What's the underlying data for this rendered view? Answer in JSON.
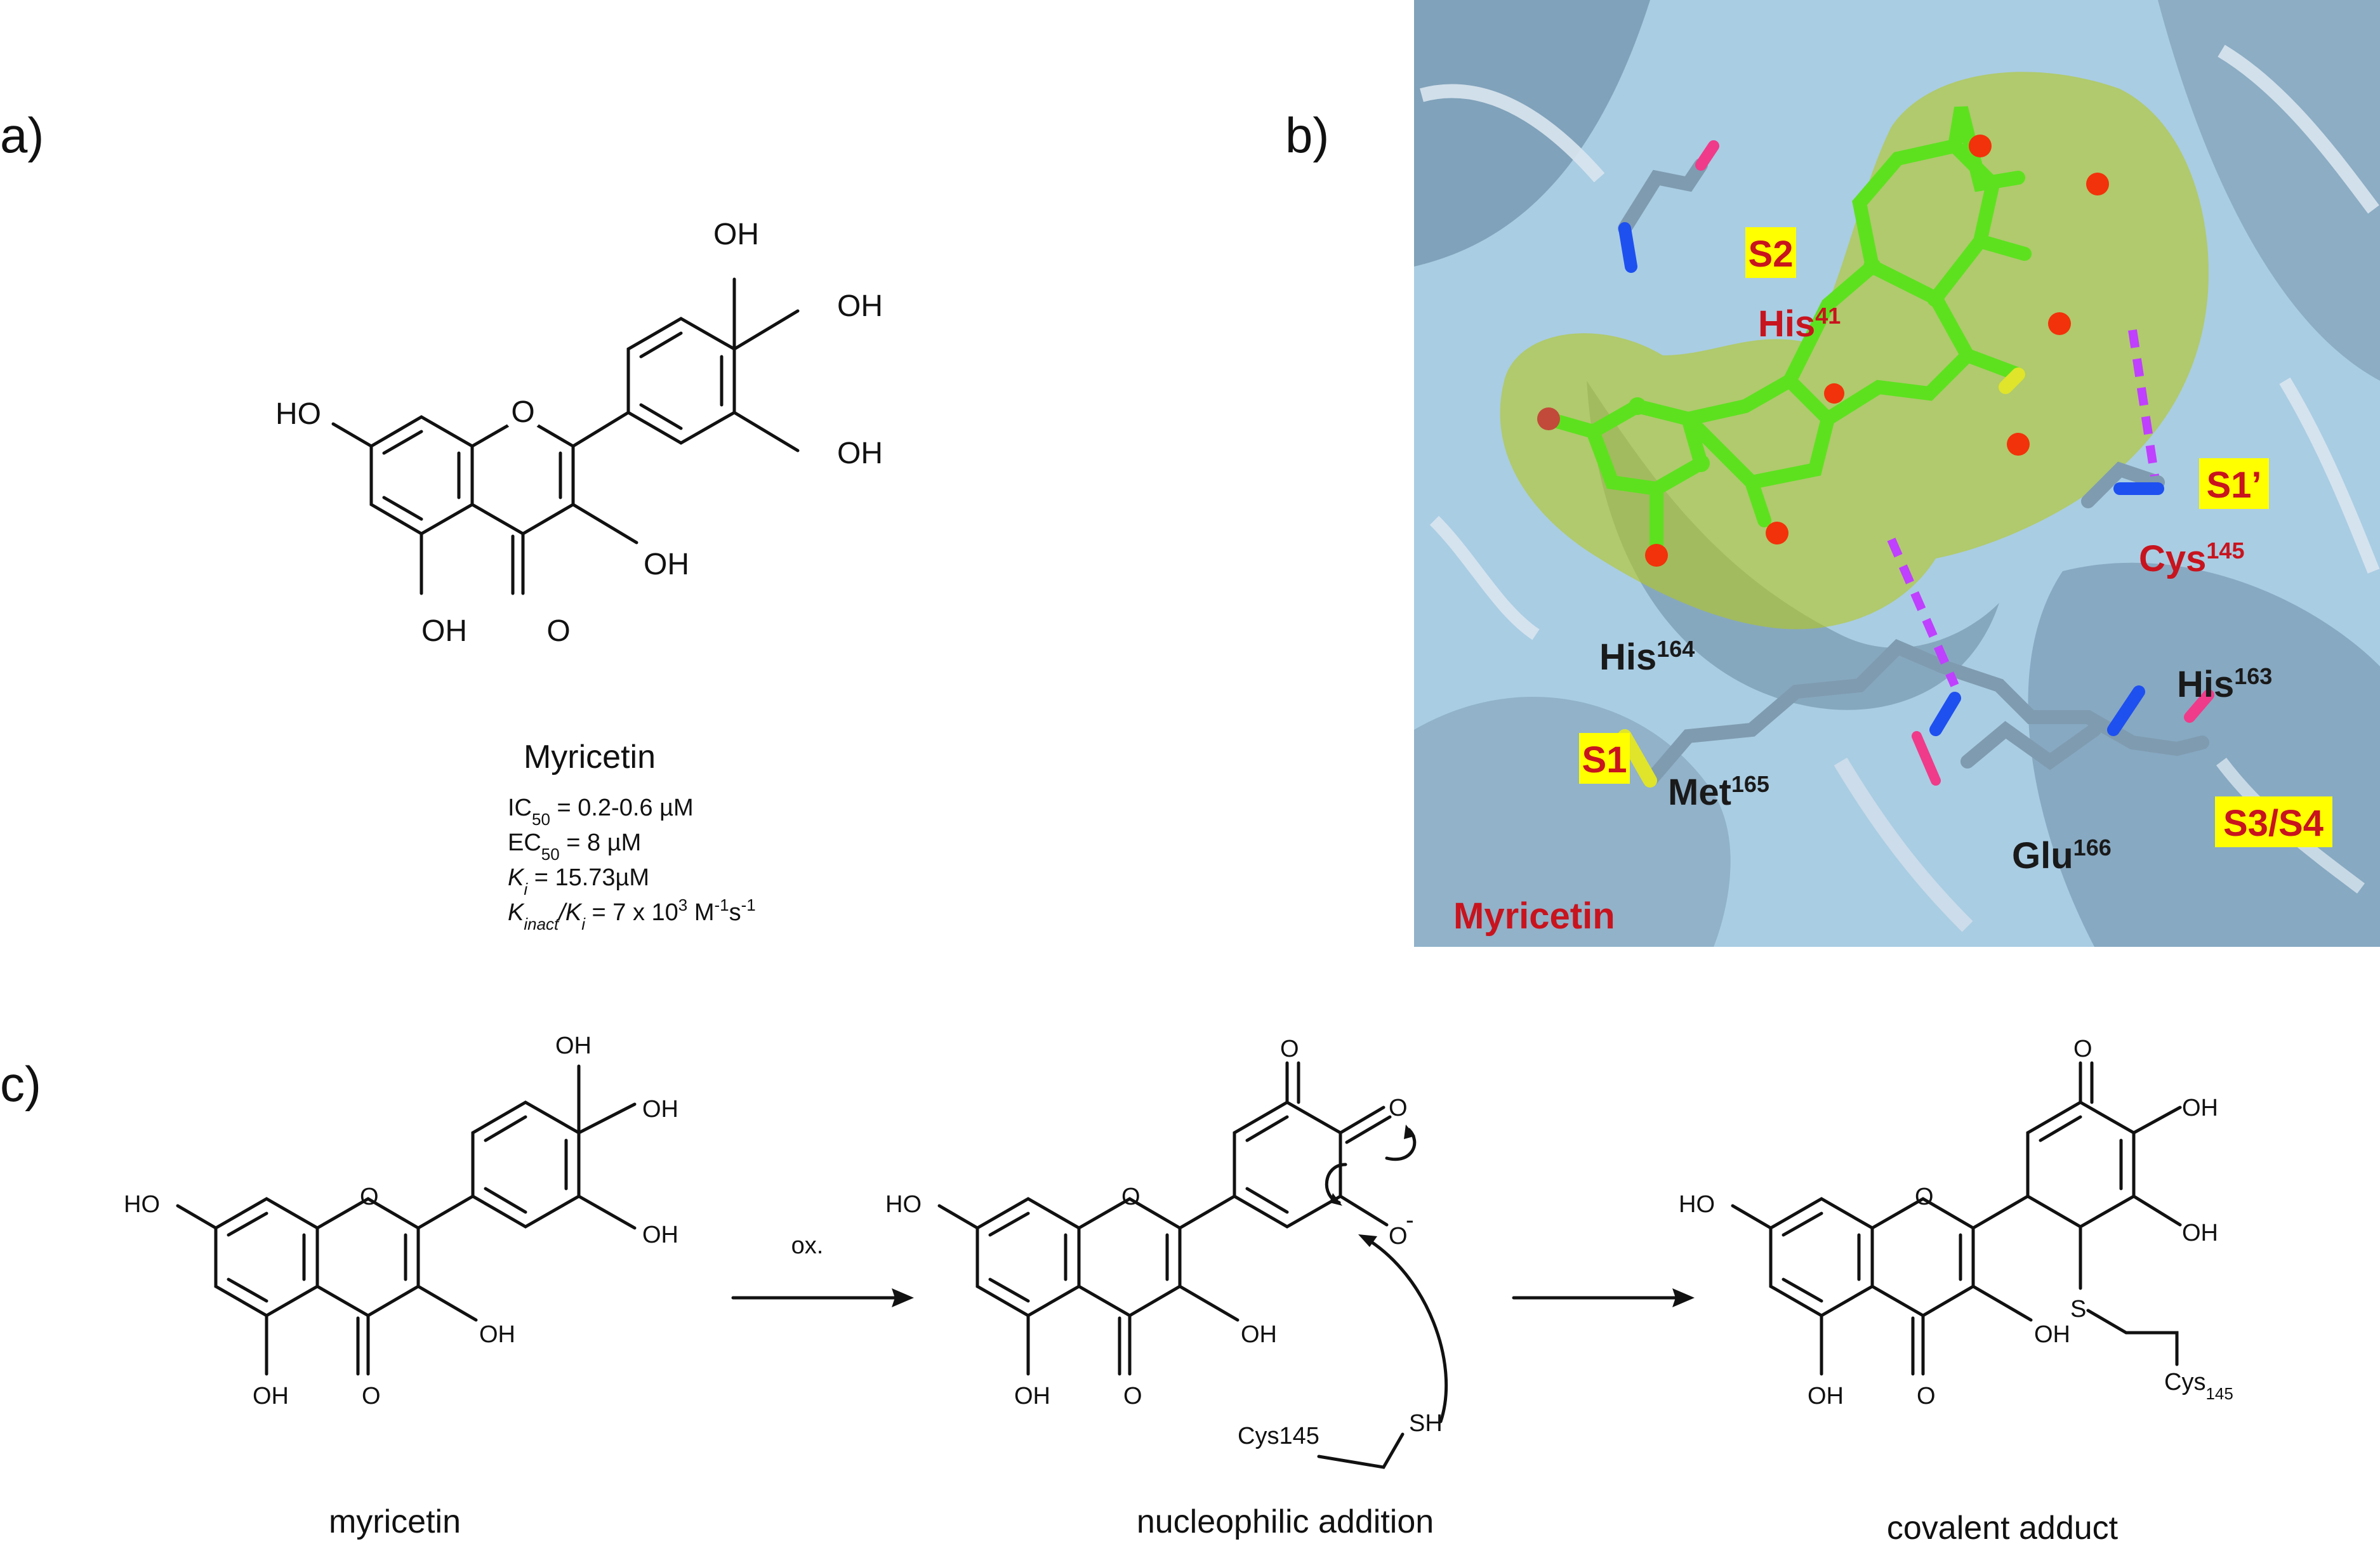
{
  "panels": {
    "a": {
      "label": "a)",
      "structure_atoms": {
        "oh_top": "OH",
        "oh_right": "OH",
        "oh_lower_right": "OH",
        "ho_left": "HO",
        "ring_o": "O",
        "oh_c3": "OH",
        "oh_c5": "OH",
        "carbonyl_o": "O"
      },
      "compound_name": "Myricetin",
      "kinetics": [
        {
          "main": "IC",
          "sub": "50",
          "rest": " = 0.2-0.6 µM"
        },
        {
          "main": "EC",
          "sub": "50",
          "rest": " = 8 µM"
        },
        {
          "main": "K",
          "sub": "i",
          "rest": " = 15.73µM"
        },
        {
          "main": "K",
          "sub": "inact",
          "mid": "/K",
          "sub2": "i",
          "rest": " = 7 x 10",
          "sup": "3",
          "rest2": " M",
          "sup2": "-1",
          "rest3": "s",
          "sup3": "-1"
        }
      ]
    },
    "b": {
      "label": "b)",
      "colors": {
        "background": "#a9cde3",
        "ligand": "#5de11f",
        "surface": "#b5c81e",
        "oxygen": "#f2320a",
        "nitrogen": "#1e50f0",
        "sulfur": "#e0e42a",
        "hbond": "#c040ff"
      },
      "residues": [
        {
          "key": "his41",
          "name": "His",
          "num": "41",
          "color": "red"
        },
        {
          "key": "cys145",
          "name": "Cys",
          "num": "145",
          "color": "red"
        },
        {
          "key": "his164",
          "name": "His",
          "num": "164",
          "color": "black"
        },
        {
          "key": "his163",
          "name": "His",
          "num": "163",
          "color": "black"
        },
        {
          "key": "met165",
          "name": "Met",
          "num": "165",
          "color": "black"
        },
        {
          "key": "glu166",
          "name": "Glu",
          "num": "166",
          "color": "black"
        }
      ],
      "subsites": [
        "S2",
        "S1’",
        "S1",
        "S3/S4"
      ],
      "ligand_name": "Myricetin"
    },
    "c": {
      "label": "c)",
      "left_atoms": {
        "oh1": "OH",
        "oh2": "OH",
        "oh3": "OH",
        "ho": "HO",
        "o": "O",
        "oh4": "OH",
        "oh5": "OH",
        "o2": "O"
      },
      "arrow1_label": "ox.",
      "middle_atoms": {
        "o_top": "O",
        "o_keto": "O",
        "o_minus": "O",
        "minus": "-",
        "ho": "HO",
        "o_ring": "O",
        "oh_c3": "OH",
        "oh_c5": "OH",
        "o_carb": "O",
        "cys": "Cys145",
        "sh": "SH"
      },
      "right_atoms": {
        "o_top": "O",
        "oh_a": "OH",
        "oh_b": "OH",
        "ho": "HO",
        "o_ring": "O",
        "s": "S",
        "oh_c3": "OH",
        "oh_c5": "OH",
        "o_carb": "O",
        "cys": "Cys",
        "cys_sub": "145"
      },
      "captions": [
        "myricetin",
        "nucleophilic addition",
        "covalent adduct"
      ]
    }
  }
}
